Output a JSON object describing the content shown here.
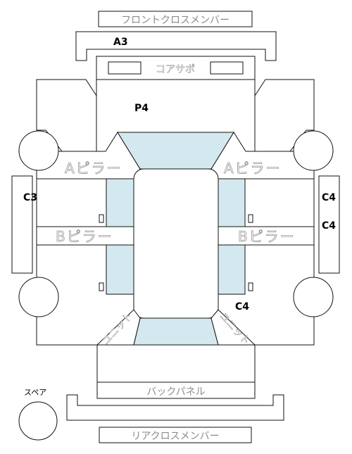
{
  "labels": {
    "front_cross_member": "フロントクロスメンバー",
    "a3": "A3",
    "core_support": "コアサポ",
    "p4": "P4",
    "a_pillar_left": "Aピラー",
    "a_pillar_right": "Aピラー",
    "b_pillar_left": "Bピラー",
    "b_pillar_right": "Bピラー",
    "c3": "C3",
    "c4_top": "C4",
    "c4_mid": "C4",
    "c4_lower": "C4",
    "unit_left": "ユニット",
    "unit_right": "ユニット",
    "back_panel": "バックパネル",
    "spare": "スペア",
    "rear_cross_member": "リアクロスメンバー"
  },
  "colors": {
    "panel_highlight": "#d4e9ef",
    "outline": "#111111",
    "ghost_text": "#9a9a9a"
  }
}
